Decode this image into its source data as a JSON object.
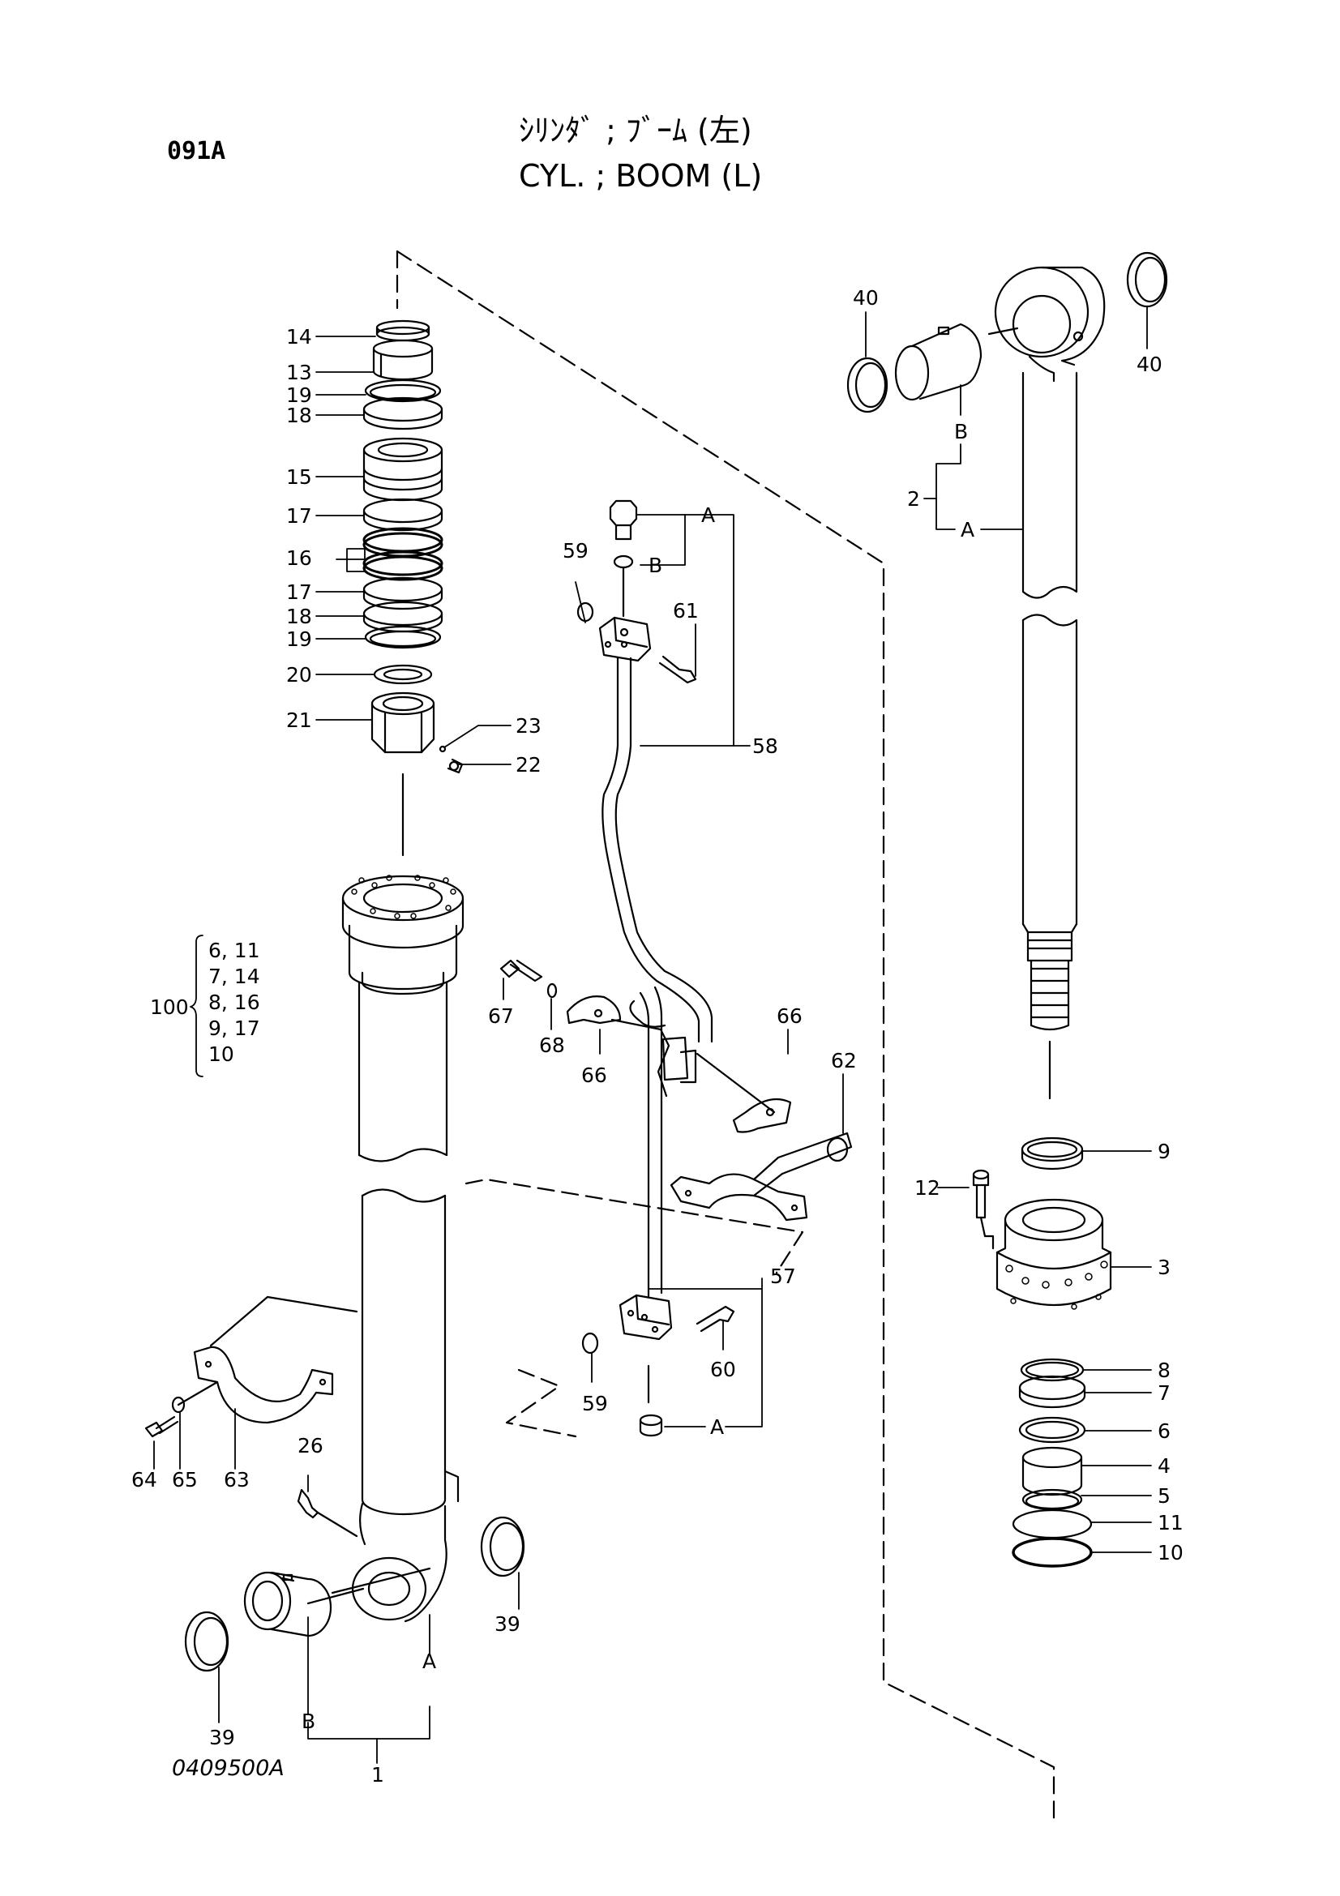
{
  "page_code": "091A",
  "title_jp": "ｼﾘﾝﾀﾞ ; ﾌﾞｰﾑ (左)",
  "title_en": "CYL. ; BOOM (L)",
  "drawing_no": "0409500A",
  "kit": {
    "number": "100",
    "items": [
      "6, 11",
      "7, 14",
      "8, 16",
      "9, 17",
      "10"
    ]
  },
  "labels": {
    "p1": "1",
    "p2": "2",
    "p3": "3",
    "p4": "4",
    "p5": "5",
    "p6": "6",
    "p7": "7",
    "p8": "8",
    "p9": "9",
    "p10": "10",
    "p11": "11",
    "p12": "12",
    "p13": "13",
    "p14": "14",
    "p15": "15",
    "p16": "16",
    "p17": "17",
    "p18": "18",
    "p19": "19",
    "p20": "20",
    "p21": "21",
    "p22": "22",
    "p23": "23",
    "p26": "26",
    "p39": "39",
    "p40": "40",
    "p57": "57",
    "p58": "58",
    "p59": "59",
    "p60": "60",
    "p61": "61",
    "p62": "62",
    "p63": "63",
    "p64": "64",
    "p65": "65",
    "p66": "66",
    "p67": "67",
    "p68": "68",
    "A": "A",
    "B": "B"
  }
}
